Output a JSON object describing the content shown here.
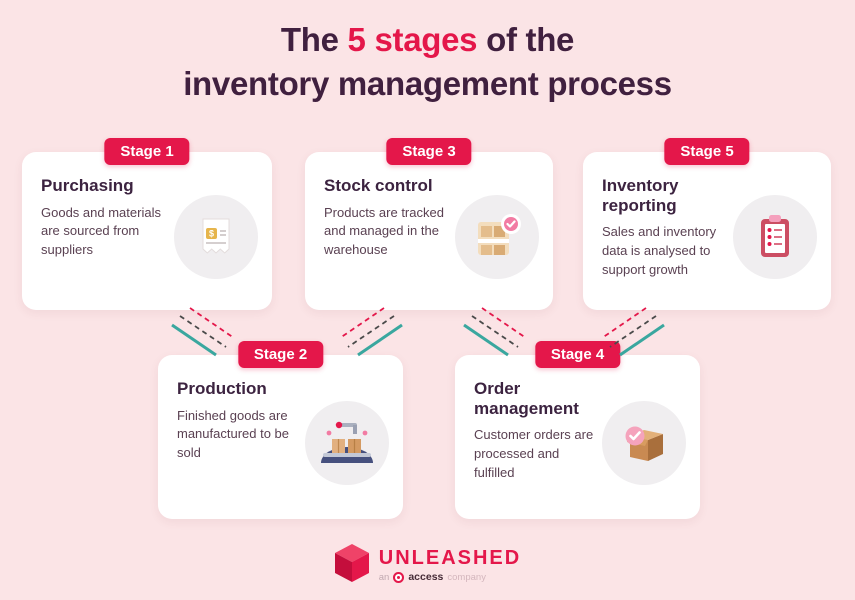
{
  "title": {
    "line1_prefix": "The ",
    "line1_highlight": "5 stages",
    "line1_suffix": " of the",
    "line2": "inventory management process"
  },
  "stages": [
    {
      "badge": "Stage 1",
      "name": "Purchasing",
      "description": "Goods and materials are sourced from suppliers",
      "icon": "receipt-dollar-icon"
    },
    {
      "badge": "Stage 2",
      "name": "Production",
      "description": "Finished goods are manufactured to be sold",
      "icon": "conveyor-boxes-icon"
    },
    {
      "badge": "Stage 3",
      "name": "Stock control",
      "description": "Products are tracked and managed in the warehouse",
      "icon": "warehouse-shelf-check-icon"
    },
    {
      "badge": "Stage 4",
      "name": "Order management",
      "description": "Customer orders are processed and fulfilled",
      "icon": "box-check-icon"
    },
    {
      "badge": "Stage 5",
      "name": "Inventory reporting",
      "description": "Sales and inventory data is analysed to support growth",
      "icon": "clipboard-report-icon"
    }
  ],
  "icons": {
    "dollar_glyph": "$"
  },
  "footer": {
    "brand": "UNLEASHED",
    "tagline_prefix": "an",
    "tagline_brand": "access",
    "tagline_suffix": "company"
  },
  "colors": {
    "background": "#fbe4e6",
    "card": "#ffffff",
    "accent": "#e4174a",
    "heading": "#40203f",
    "teal": "#3aa79f"
  }
}
